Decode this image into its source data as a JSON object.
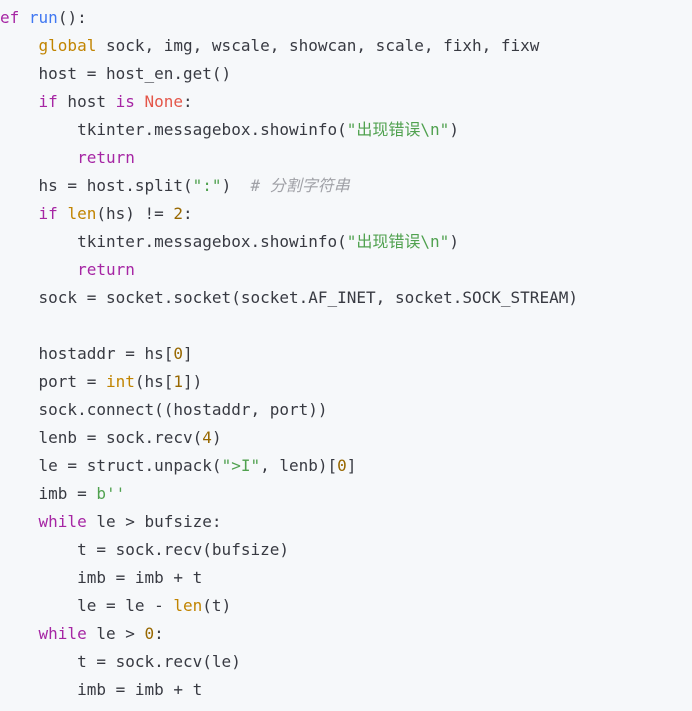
{
  "code_block": {
    "language": "python",
    "lines": [
      [
        {
          "t": "ef ",
          "c": "kw"
        },
        {
          "t": "run",
          "c": "fn"
        },
        {
          "t": "():",
          "c": "op"
        }
      ],
      [
        {
          "t": "    "
        },
        {
          "t": "global",
          "c": "bi"
        },
        {
          "t": " sock, img, wscale, showcan, scale, fixh, fixw"
        }
      ],
      [
        {
          "t": "    host = host_en.get()"
        }
      ],
      [
        {
          "t": "    "
        },
        {
          "t": "if",
          "c": "kw"
        },
        {
          "t": " host "
        },
        {
          "t": "is",
          "c": "kw"
        },
        {
          "t": " "
        },
        {
          "t": "None",
          "c": "cn"
        },
        {
          "t": ":"
        }
      ],
      [
        {
          "t": "        tkinter.messagebox.showinfo("
        },
        {
          "t": "\"出现错误\\n\"",
          "c": "str"
        },
        {
          "t": ")"
        }
      ],
      [
        {
          "t": "        "
        },
        {
          "t": "return",
          "c": "kw"
        }
      ],
      [
        {
          "t": "    hs = host.split("
        },
        {
          "t": "\":\"",
          "c": "str"
        },
        {
          "t": ")  "
        },
        {
          "t": "# 分割字符串",
          "c": "cmt"
        }
      ],
      [
        {
          "t": "    "
        },
        {
          "t": "if",
          "c": "kw"
        },
        {
          "t": " "
        },
        {
          "t": "len",
          "c": "bi"
        },
        {
          "t": "(hs) != "
        },
        {
          "t": "2",
          "c": "num"
        },
        {
          "t": ":"
        }
      ],
      [
        {
          "t": "        tkinter.messagebox.showinfo("
        },
        {
          "t": "\"出现错误\\n\"",
          "c": "str"
        },
        {
          "t": ")"
        }
      ],
      [
        {
          "t": "        "
        },
        {
          "t": "return",
          "c": "kw"
        }
      ],
      [
        {
          "t": "    sock = socket.socket(socket.AF_INET, socket.SOCK_STREAM)"
        }
      ],
      [
        {
          "t": ""
        }
      ],
      [
        {
          "t": "    hostaddr = hs["
        },
        {
          "t": "0",
          "c": "num"
        },
        {
          "t": "]"
        }
      ],
      [
        {
          "t": "    port = "
        },
        {
          "t": "int",
          "c": "bi"
        },
        {
          "t": "(hs["
        },
        {
          "t": "1",
          "c": "num"
        },
        {
          "t": "])"
        }
      ],
      [
        {
          "t": "    sock.connect((hostaddr, port))"
        }
      ],
      [
        {
          "t": "    lenb = sock.recv("
        },
        {
          "t": "4",
          "c": "num"
        },
        {
          "t": ")"
        }
      ],
      [
        {
          "t": "    le = struct.unpack("
        },
        {
          "t": "\">I\"",
          "c": "str"
        },
        {
          "t": ", lenb)["
        },
        {
          "t": "0",
          "c": "num"
        },
        {
          "t": "]"
        }
      ],
      [
        {
          "t": "    imb = "
        },
        {
          "t": "b''",
          "c": "str"
        }
      ],
      [
        {
          "t": "    "
        },
        {
          "t": "while",
          "c": "kw"
        },
        {
          "t": " le > bufsize:"
        }
      ],
      [
        {
          "t": "        t = sock.recv(bufsize)"
        }
      ],
      [
        {
          "t": "        imb = imb + t"
        }
      ],
      [
        {
          "t": "        le = le - "
        },
        {
          "t": "len",
          "c": "bi"
        },
        {
          "t": "(t)"
        }
      ],
      [
        {
          "t": "    "
        },
        {
          "t": "while",
          "c": "kw"
        },
        {
          "t": " le > "
        },
        {
          "t": "0",
          "c": "num"
        },
        {
          "t": ":"
        }
      ],
      [
        {
          "t": "        t = sock.recv(le)"
        }
      ],
      [
        {
          "t": "        imb = imb + t"
        }
      ]
    ]
  },
  "colors": {
    "background": "#f6f8fa",
    "text": "#383a42",
    "keyword": "#a626a4",
    "builtin": "#c18401",
    "string": "#50a14f",
    "number": "#986801",
    "comment": "#a0a1a7",
    "constant": "#e45649",
    "function": "#4078f2"
  }
}
